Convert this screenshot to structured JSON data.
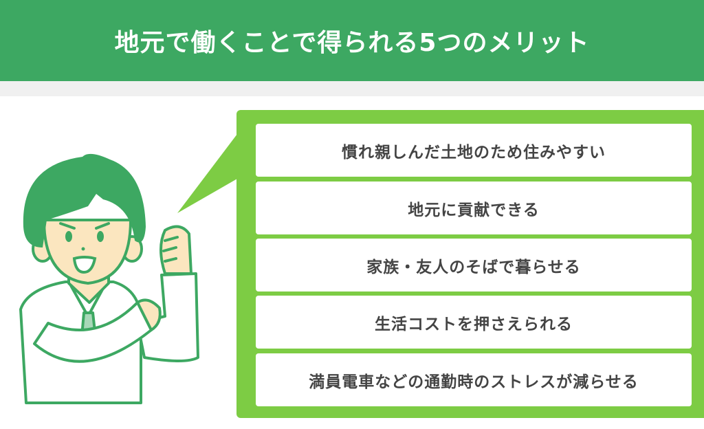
{
  "title": "地元で働くことで得られる5つのメリット",
  "merits": [
    "慣れ親しんだ土地のため住みやすい",
    "地元に貢献できる",
    "家族・友人のそばで暮らせる",
    "生活コストを押さえられる",
    "満員電車などの通勤時のストレスが減らせる"
  ],
  "colors": {
    "header": "#3da862",
    "box": "#7dcc44",
    "band": "#f0f0f0",
    "text": "#444444"
  }
}
